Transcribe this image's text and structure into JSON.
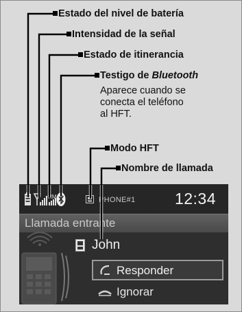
{
  "callouts": {
    "battery": "Estado del nivel de batería",
    "signal": "Intensidad de la señal",
    "roaming": "Estado de itinerancia",
    "bt_prefix": "Testigo de ",
    "bt_italic": "Bluetooth",
    "bt_desc_1": "Aparece cuando se",
    "bt_desc_2": "conecta el teléfono",
    "bt_desc_3": "al HFT.",
    "hft_mode": "Modo HFT",
    "caller_name": "Nombre de llamada"
  },
  "screen": {
    "roaming_tag": "RM",
    "phone_label": "PHONE#1",
    "clock": "12:34",
    "incoming": "Llamada entrante",
    "caller": "John",
    "answer_label": "Responder",
    "ignore_label": "Ignorar"
  },
  "colors": {
    "frame_bg": "#dadada",
    "screen_bg": "#222222",
    "text_light": "#f0f0f0"
  }
}
